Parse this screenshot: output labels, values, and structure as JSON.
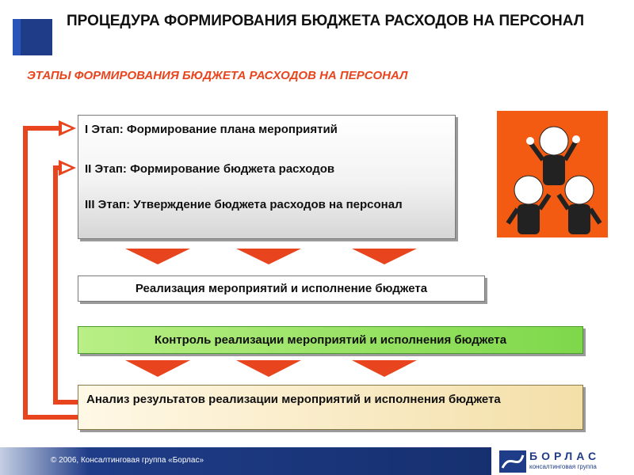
{
  "header": {
    "title": "ПРОЦЕДУРА ФОРМИРОВАНИЯ БЮДЖЕТА РАСХОДОВ НА ПЕРСОНАЛ",
    "subtitle": "ЭТАПЫ ФОРМИРОВАНИЯ БЮДЖЕТА РАСХОДОВ НА ПЕРСОНАЛ"
  },
  "stages": [
    "I Этап: Формирование плана мероприятий",
    "II Этап: Формирование бюджета расходов",
    "III Этап: Утверждение бюджета расходов на персонал"
  ],
  "steps": {
    "implementation": "Реализация мероприятий и исполнение бюджета",
    "control": "Контроль реализации мероприятий и исполнения бюджета",
    "analysis": "Анализ результатов реализации мероприятий и исполнения бюджета"
  },
  "footer": {
    "copyright": "© 2006, Консалтинговая группа «Борлас»"
  },
  "logo": {
    "name": "БОРЛАС",
    "sub": "консалтинговая группа"
  },
  "colors": {
    "accent": "#e8451e",
    "arrow": "#e8451e",
    "brand": "#1f3c88",
    "control_fill": "#7ed84a",
    "analysis_fill": "#f3dfa8"
  },
  "icons": {
    "flow_arrow": "orange-down-arrow-icon",
    "team_image": "cheering-people-icon"
  }
}
